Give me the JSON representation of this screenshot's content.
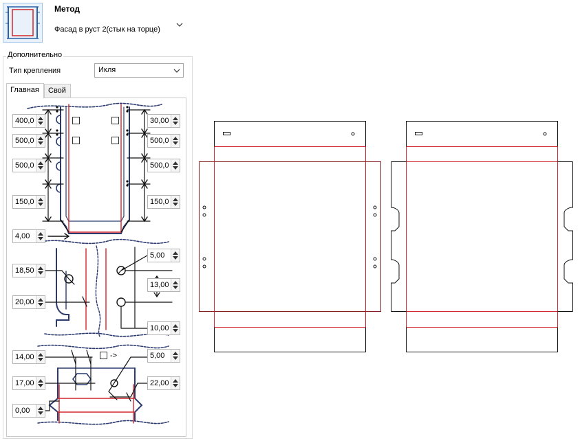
{
  "method": {
    "title": "Метод",
    "value": "Фасад в руст 2(стык на торце)"
  },
  "group": {
    "legend": "Дополнительно",
    "fixing_label": "Тип крепления",
    "fixing_value": "Икля"
  },
  "tabs": [
    {
      "label": "Главная",
      "active": true
    },
    {
      "label": "Свой",
      "active": false
    }
  ],
  "fields": {
    "left_1": "400,0",
    "left_2": "500,0",
    "left_3": "500,0",
    "left_4": "150,0",
    "right_1": "30,00",
    "right_2": "500,0",
    "right_3": "500,0",
    "right_4": "150,0",
    "offset": "4,00",
    "hole_1": "18,50",
    "hole_2": "20,00",
    "hole_3": "5,00",
    "hole_4": "13,00",
    "hole_5": "10,00",
    "bot_1": "14,00",
    "bot_2": "17,00",
    "bot_3": "0,00",
    "bot_4": "5,00",
    "bot_5": "22,00"
  },
  "arrow_label": "->",
  "colors": {
    "accent_red": "#d0262d",
    "profile_blue": "#2b3a6e",
    "border": "#c9c9c9"
  },
  "icons": [
    "chevron-down-icon",
    "spin-up-icon",
    "spin-down-icon"
  ]
}
